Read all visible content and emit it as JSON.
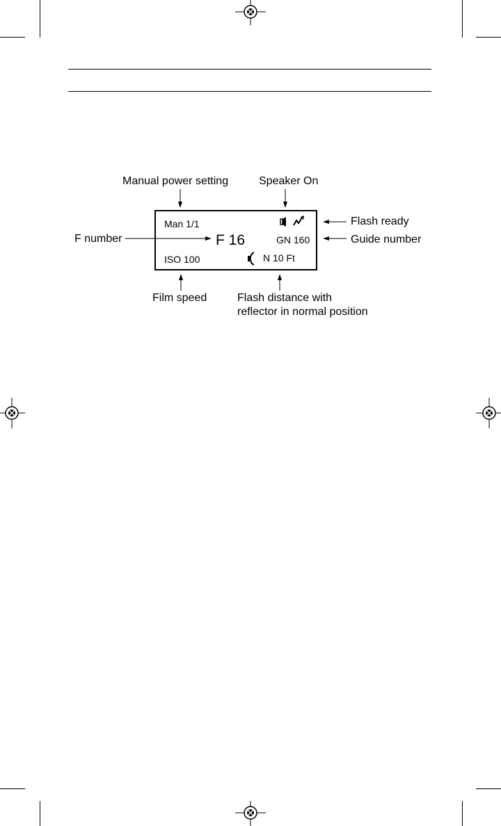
{
  "diagram": {
    "labels": {
      "manual_power": "Manual power setting",
      "speaker_on": "Speaker On",
      "flash_ready": "Flash ready",
      "f_number": "F number",
      "guide_number": "Guide number",
      "film_speed": "Film speed",
      "flash_distance_line1": "Flash distance with",
      "flash_distance_line2": "reflector in normal position"
    },
    "display": {
      "mode": "Man 1/1",
      "aperture": "F 16",
      "guide": "GN 160",
      "iso": "ISO 100",
      "distance": "N 10 Ft"
    },
    "icons": [
      "speaker-icon",
      "flash-ready-icon",
      "reflector-icon",
      "registration-mark-icon"
    ]
  }
}
